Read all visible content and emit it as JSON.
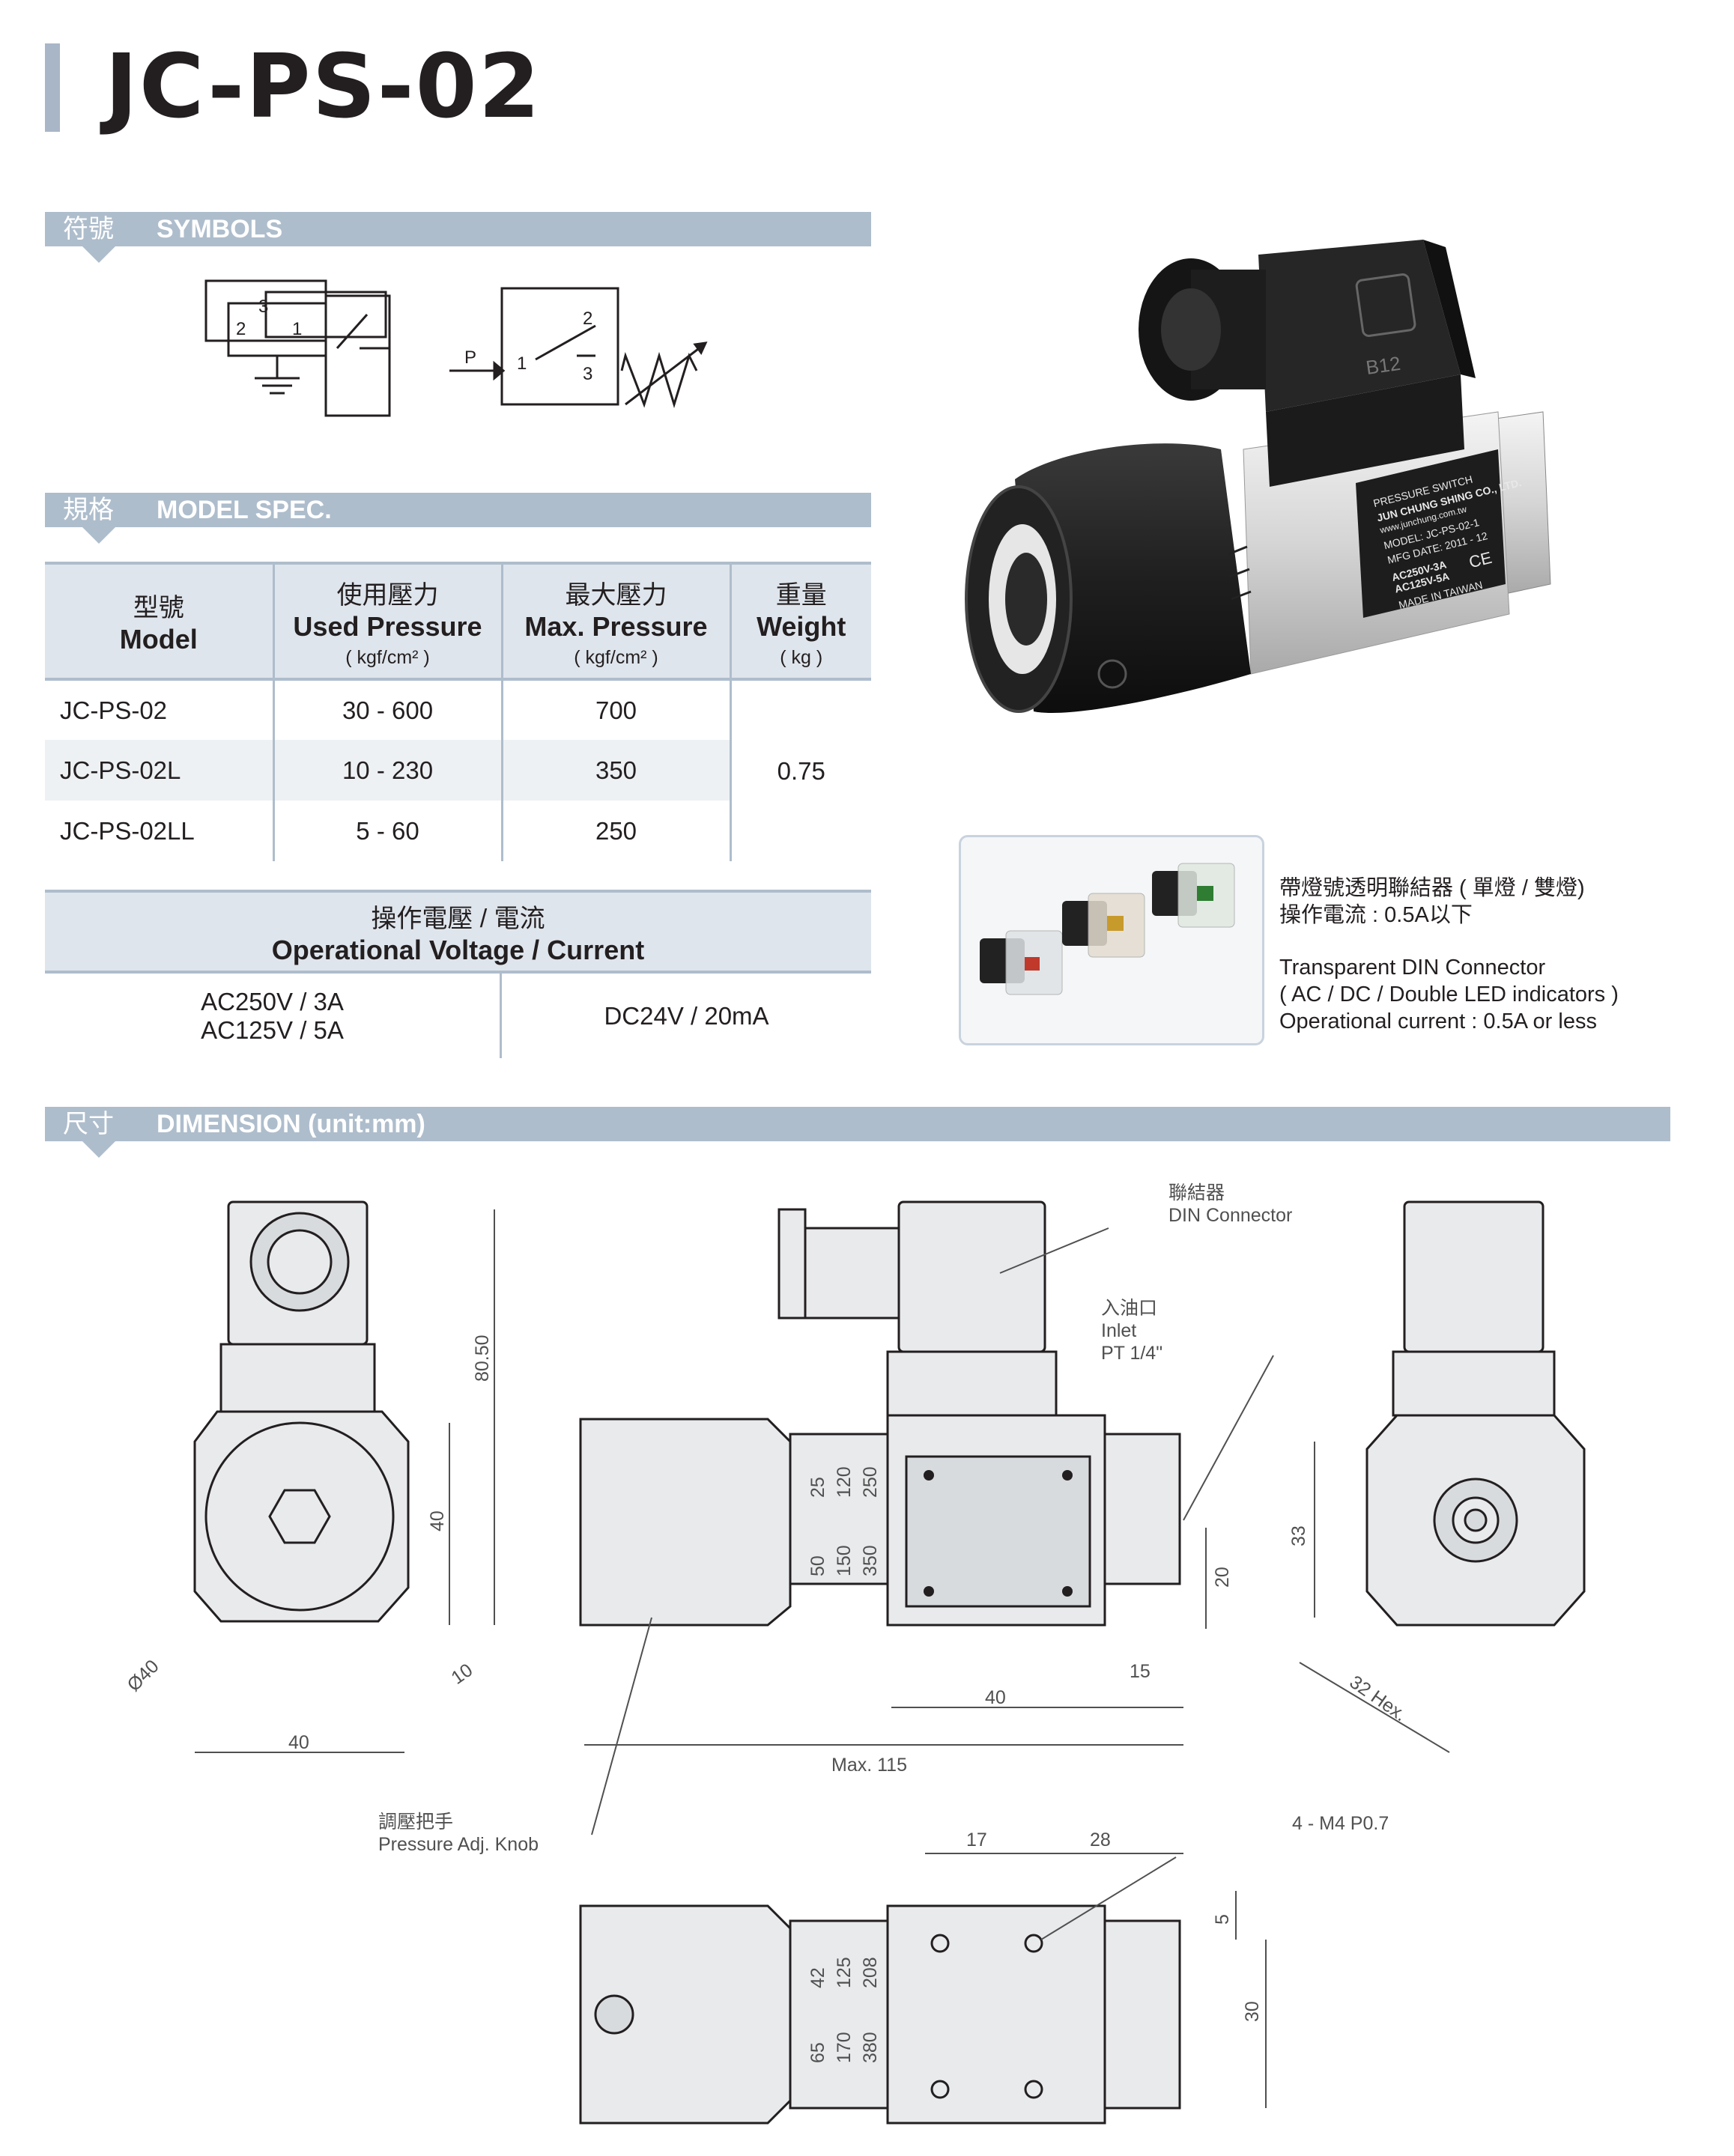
{
  "title": "JC-PS-02",
  "sections": {
    "symbols": {
      "zh": "符號",
      "en": "SYMBOLS"
    },
    "model_spec": {
      "zh": "規格",
      "en": "MODEL SPEC."
    },
    "dimension": {
      "zh": "尺寸",
      "en": "DIMENSION (unit:mm)"
    }
  },
  "symbols": {
    "connector_pins": [
      "3",
      "2",
      "1"
    ],
    "switch_labels": {
      "p": "P",
      "pin1": "1",
      "pin2": "2",
      "pin3": "3"
    }
  },
  "spec_table": {
    "headers": [
      {
        "zh": "型號",
        "en": "Model",
        "unit": ""
      },
      {
        "zh": "使用壓力",
        "en": "Used Pressure",
        "unit": "( kgf/cm² )"
      },
      {
        "zh": "最大壓力",
        "en": "Max. Pressure",
        "unit": "( kgf/cm² )"
      },
      {
        "zh": "重量",
        "en": "Weight",
        "unit": "( kg )"
      }
    ],
    "rows": [
      {
        "model": "JC-PS-02",
        "used": "30 - 600",
        "max": "700"
      },
      {
        "model": "JC-PS-02L",
        "used": "10 - 230",
        "max": "350"
      },
      {
        "model": "JC-PS-02LL",
        "used": "5 - 60",
        "max": "250"
      }
    ],
    "weight": "0.75"
  },
  "voltage": {
    "header_zh": "操作電壓 / 電流",
    "header_en": "Operational Voltage / Current",
    "ac_line1": "AC250V / 3A",
    "ac_line2": "AC125V / 5A",
    "dc": "DC24V / 20mA"
  },
  "product_label": {
    "line1": "PRESSURE SWITCH",
    "line2": "JUN CHUNG SHING CO., LTD.",
    "line3": "www.junchung.com.tw",
    "line4": "MODEL: JC-PS-02-1",
    "line5": "MFG DATE: 2011 - 12",
    "line6": "AC250V-3A",
    "line7": "AC125V-5A",
    "line8": "MADE IN TAIWAN",
    "ce": "CE",
    "connector_code": "B12"
  },
  "connector_note": {
    "zh_line1": "帶燈號透明聯結器 ( 單燈 / 雙燈)",
    "zh_line2": "操作電流 : 0.5A以下",
    "en_line1": "Transparent DIN Connector",
    "en_line2": "( AC / DC / Double LED indicators )",
    "en_line3": "Operational current : 0.5A or less"
  },
  "dimension": {
    "din_connector_zh": "聯結器",
    "din_connector_en": "DIN Connector",
    "inlet_zh": "入油口",
    "inlet_en": "Inlet",
    "inlet_thread": "PT 1/4\"",
    "knob_zh": "調壓把手",
    "knob_en": "Pressure Adj. Knob",
    "mount_holes": "4 - M4 P0.7",
    "front": {
      "height": "80.50",
      "body": "40",
      "dia": "Ø40",
      "offset": "10",
      "width": "40"
    },
    "side_top_marks": [
      "25",
      "120",
      "250"
    ],
    "side_bottom_marks": [
      "50",
      "150",
      "350"
    ],
    "side": {
      "body_len": "40",
      "port_len": "15",
      "port_h": "20",
      "max": "Max. 115"
    },
    "rear": {
      "height": "33",
      "hex": "32 Hex."
    },
    "bottom_top_marks": [
      "42",
      "125",
      "208"
    ],
    "bottom_bottom_marks": [
      "65",
      "170",
      "380"
    ],
    "bottom": {
      "hole_dx": "17",
      "hole_span": "28",
      "edge": "5",
      "hole_dy": "30"
    }
  }
}
